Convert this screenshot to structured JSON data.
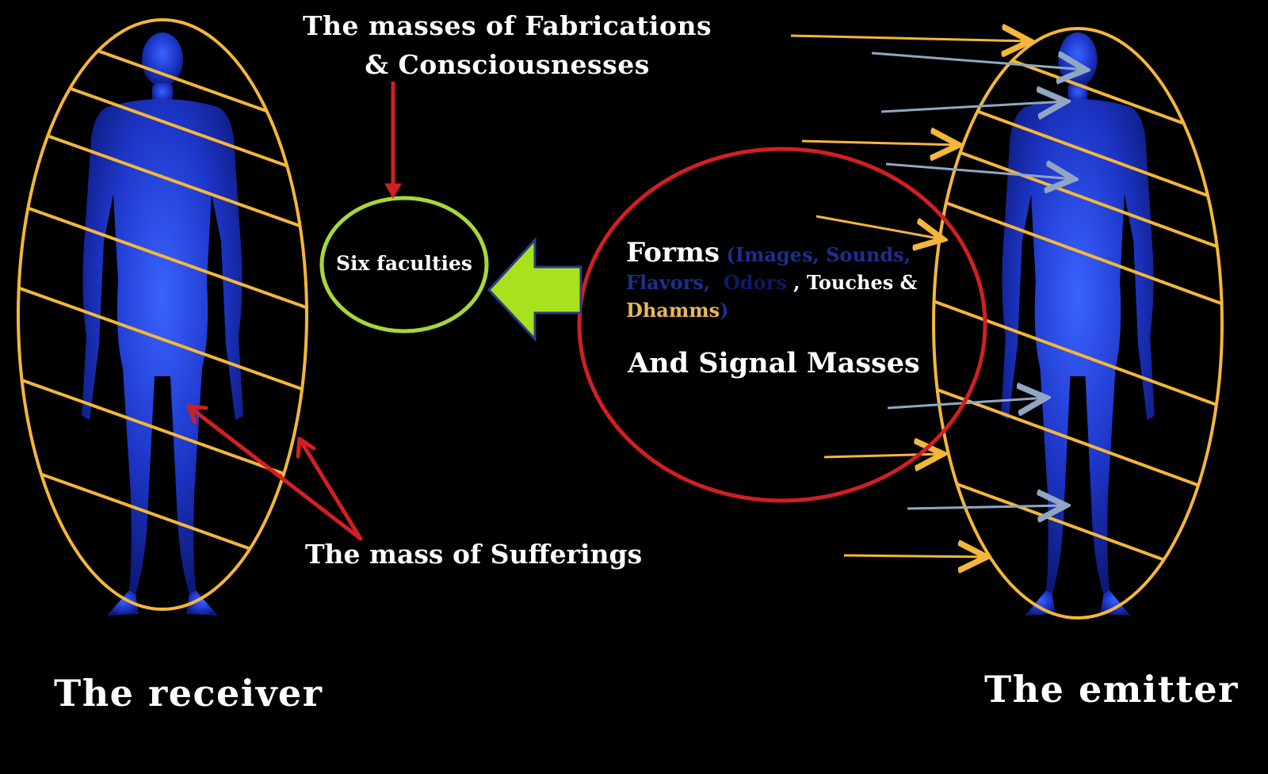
{
  "labels": {
    "top_line1": "The masses of Fabrications",
    "top_line2": "& Consciousnesses",
    "six_faculties": "Six faculties",
    "forms": "Forms",
    "paren_open": "(",
    "images_sounds": "Images, Sounds,",
    "flavors": "Flavors,",
    "odors": "Odors",
    "touches": ", Touches &",
    "dhamms": "Dhamms",
    "paren_close": ")",
    "signal_masses": "And Signal Masses",
    "mass_of_sufferings": "The mass of Sufferings",
    "receiver": "The receiver",
    "emitter": "The emitter"
  },
  "colors": {
    "background": "#000000",
    "body_blue": "#1f3fd6",
    "aura_yellow": "#f4b73a",
    "circle_red": "#d11f24",
    "circle_green": "#a6d83a",
    "arrow_green": "#a8e21f",
    "arrow_grey": "#8fa7c4"
  },
  "icons": {
    "left_figure": "human-body-icon",
    "right_figure": "human-body-icon",
    "big_arrow": "arrow-left-icon"
  }
}
